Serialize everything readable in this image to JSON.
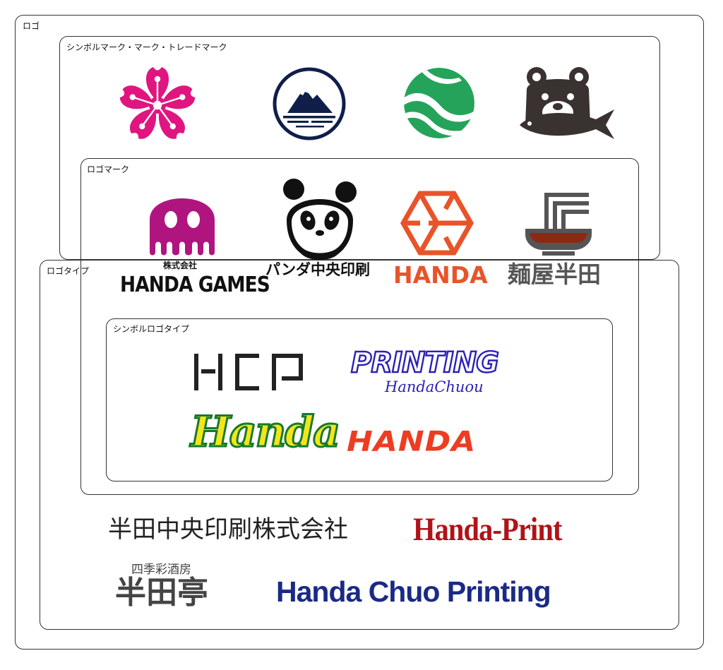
{
  "sections": {
    "logo": "ロゴ",
    "symbol_mark": "シンボルマーク・マーク・トレードマーク",
    "logo_mark": "ロゴマーク",
    "logo_type": "ロゴタイプ",
    "symbol_logotype": "シンボルロゴタイプ"
  },
  "symbol_marks": [
    {
      "icon": "sakura-flower-icon",
      "color": "#e0157f"
    },
    {
      "icon": "mountain-circle-icon",
      "color": "#0f1f4a"
    },
    {
      "icon": "green-wave-ball-icon",
      "color": "#25a35a"
    },
    {
      "icon": "bear-fish-icon",
      "color": "#3a3131"
    }
  ],
  "logo_marks": [
    {
      "icon": "ghost-icon",
      "company_label": "株式会社",
      "name": "HANDA GAMES",
      "color": "#b0147f"
    },
    {
      "icon": "panda-icon",
      "name": "パンダ中央印刷",
      "color": "#111111"
    },
    {
      "icon": "hexagon-shutter-icon",
      "name": "HANDA",
      "color": "#e8542a"
    },
    {
      "icon": "noodle-bowl-icon",
      "name": "麺屋半田",
      "color": "#555555",
      "accent": "#8b2a14"
    }
  ],
  "symbol_logotypes": [
    {
      "text": "HCP",
      "color": "#222222"
    },
    {
      "text": "PRINTING",
      "sub": "HandaChuou",
      "color": "#2a1fb8"
    },
    {
      "text": "Handa",
      "color": "#167a2a",
      "accent": "#f2e61a"
    },
    {
      "text": "HANDA",
      "color": "#ee3c22"
    }
  ],
  "logotypes": [
    {
      "text": "半田中央印刷株式会社",
      "color": "#222222"
    },
    {
      "text": "Handa-Print",
      "color": "#b01318"
    },
    {
      "small": "四季彩酒房",
      "text": "半田亭",
      "color": "#444444"
    },
    {
      "text": "Handa Chuo Printing",
      "color": "#1a2a85"
    }
  ]
}
